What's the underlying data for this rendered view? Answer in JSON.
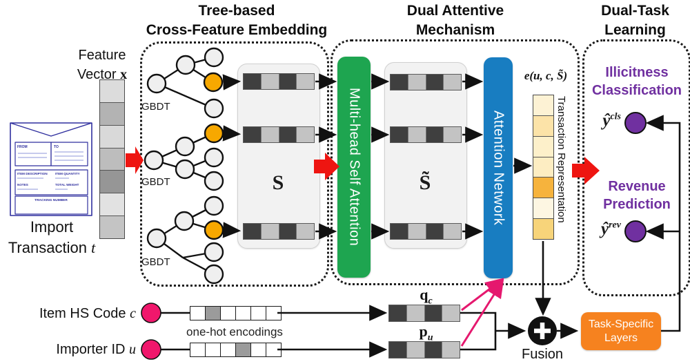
{
  "colors": {
    "green": "#1ea550",
    "blue": "#187dc1",
    "orange": "#f6821f",
    "purple": "#7030a0",
    "pink": "#f0176c",
    "magenta_arrow": "#e5186e",
    "red_arrow": "#ee1511",
    "tree_node": "#efefef",
    "tree_node_selected": "#f7a800",
    "doc_blue": "#2f2f9e"
  },
  "header": {
    "col1": [
      "Tree-based",
      "Cross-Feature Embedding"
    ],
    "col2": [
      "Dual Attentive",
      "Mechanism"
    ],
    "col3": [
      "Dual-Task",
      "Learning"
    ]
  },
  "left_panel": {
    "feature_label": {
      "line1": "Feature",
      "line2": "Vector",
      "line2_math": "x"
    },
    "import_label": {
      "line1": "Import",
      "line2": "Transaction",
      "line2_math": "t"
    },
    "feature_vector_cells": [
      "#dcdcdc",
      "#b3b3b3",
      "#d9d9d9",
      "#bdbdbd",
      "#969696",
      "#e2e2e2",
      "#c4c4c4"
    ],
    "document": {
      "from": "FROM",
      "to": "TO",
      "item_description": "ITEM DESCRIPTION",
      "item_quantity": "ITEM QUANTITY",
      "notes": "NOTES",
      "total_weight": "TOTAL WEIGHT",
      "tracking_number": "TRACKING NUMBER"
    }
  },
  "tree_module": {
    "gbdt_label": "GBDT",
    "matrix_label": "S",
    "embedding_cells": [
      "#3f3f3f",
      "#c3c3c3",
      "#3f3f3f",
      "#c3c3c3"
    ]
  },
  "dual_attention": {
    "mhsa_label": "Multi-head Self Attention",
    "matrix_label": "S̃",
    "attention_network_label": "Attention Network",
    "e_label": "e(u, c, S̃)",
    "transaction_representation_label": "Transaction Representation",
    "e_cells": [
      "#fdf2d4",
      "#fce3a8",
      "#fdf0ca",
      "#fdedc2",
      "#f6b33d",
      "#fdf6e2",
      "#f7d47a"
    ]
  },
  "dual_task": {
    "task1": [
      "Illicitness",
      "Classification"
    ],
    "task2": [
      "Revenue",
      "Prediction"
    ],
    "y_cls": {
      "base": "ŷ",
      "sup": "cls"
    },
    "y_rev": {
      "base": "ŷ",
      "sup": "rev"
    }
  },
  "bottom": {
    "hs_code_label": {
      "text": "Item HS Code ",
      "math": "c"
    },
    "importer_label": {
      "text": "Importer ID ",
      "math": "u"
    },
    "onehot_label": "one-hot encodings",
    "q_label": {
      "base": "q",
      "sub": "c"
    },
    "p_label": {
      "base": "p",
      "sub": "u"
    },
    "onehot_row1_cells": [
      "#ffffff",
      "#9b9b9b",
      "#ffffff",
      "#ffffff",
      "#ffffff",
      "#ffffff"
    ],
    "onehot_row2_cells": [
      "#ffffff",
      "#ffffff",
      "#ffffff",
      "#9b9b9b",
      "#ffffff",
      "#ffffff"
    ],
    "fusion_label": "Fusion",
    "task_layers_label": [
      "Task-Specific",
      "Layers"
    ]
  }
}
